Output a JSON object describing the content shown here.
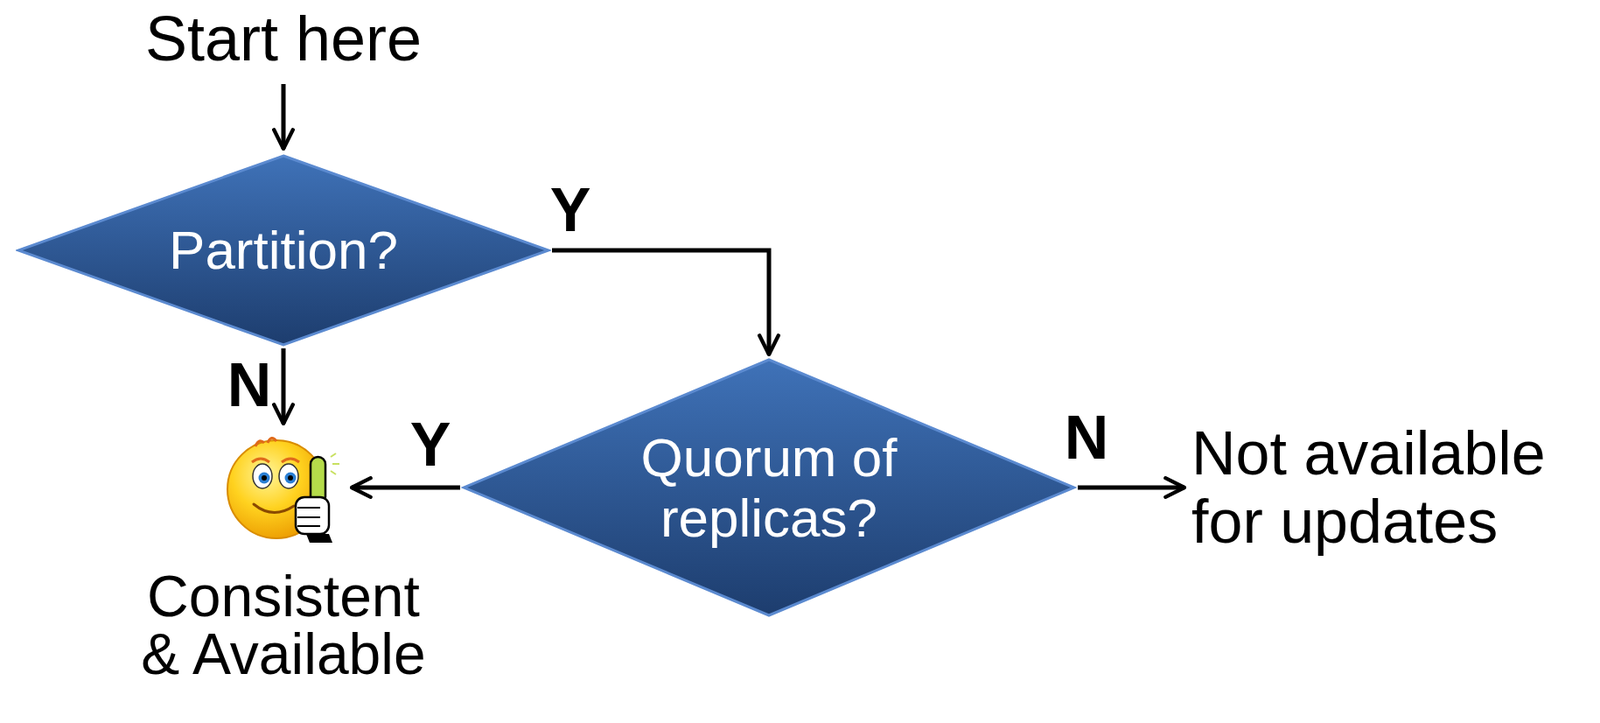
{
  "diagram": {
    "nodes": [
      {
        "text": [
          "Partition?"
        ]
      },
      {
        "text": [
          "Quorum of replicas?"
        ]
      },
      {
        "text": [
          "Consistent & Available"
        ]
      },
      {
        "text": [
          "Not available for updates"
        ]
      }
    ],
    "edges": [
      {
        "from": 0,
        "to": 1,
        "arrow": "to",
        "label": "Y"
      },
      {
        "from": 0,
        "to": 2,
        "arrow": "to",
        "label": "N"
      },
      {
        "from": 1,
        "to": 2,
        "arrow": "to",
        "label": "Y"
      },
      {
        "from": 1,
        "to": 3,
        "arrow": "to",
        "label": "N"
      }
    ],
    "labels": [
      "Start here"
    ]
  }
}
